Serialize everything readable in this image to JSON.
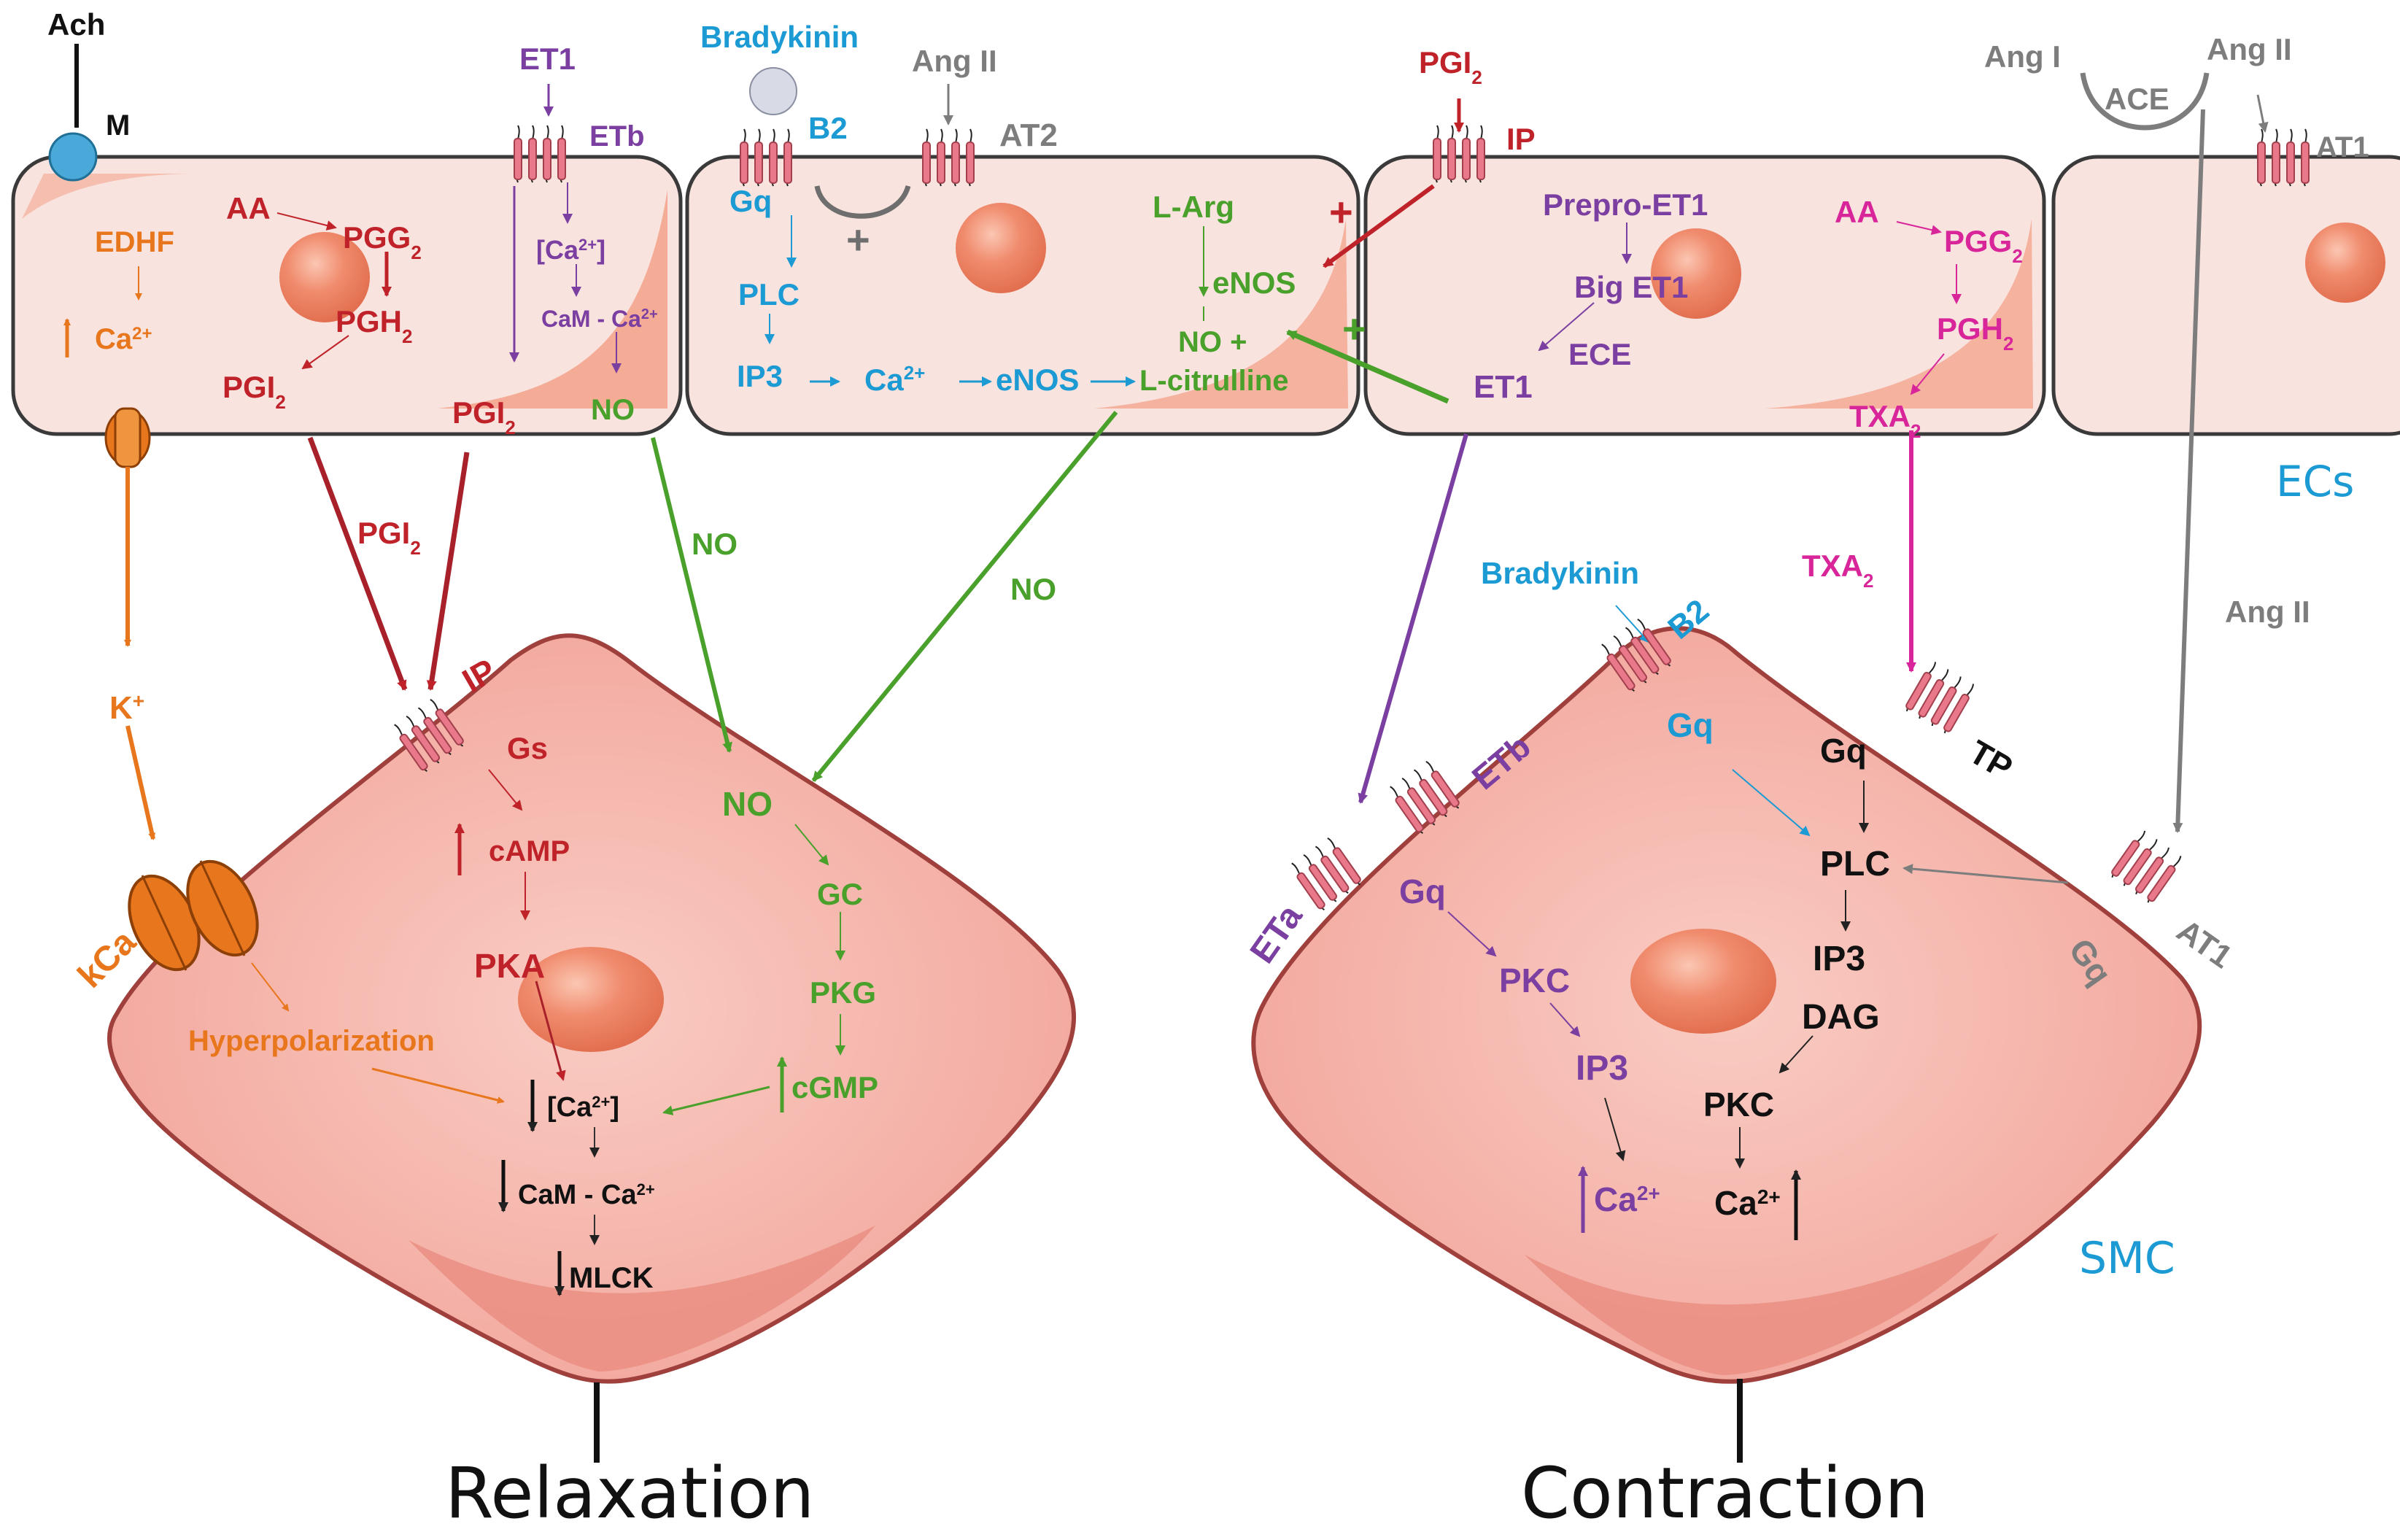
{
  "colors": {
    "orange": "#e8761c",
    "red": "#c0222a",
    "purple": "#7a3fa0",
    "green": "#49a02a",
    "blue": "#1b9ad3",
    "gray": "#7d7d7d",
    "magenta": "#d8269a",
    "black": "#111111",
    "cell_fill": "#f9e3df",
    "smc_fill": "#f3a69b",
    "nucleus": "#ee8466"
  },
  "labels": {
    "ach": "Ach",
    "m": "M",
    "edhf": "EDHF",
    "ca_up_ec1": "Ca",
    "ca_up_ec1_sup": "2+",
    "aa_1": "AA",
    "pgg2_1": "PGG",
    "pgg2_1_sub": "2",
    "pgh2_1": "PGH",
    "pgh2_1_sub": "2",
    "pgi2_a": "PGI",
    "pgi2_a_sub": "2",
    "pgi2_b": "PGI",
    "pgi2_b_sub": "2",
    "et1_top": "ET1",
    "etb_top": "ETb",
    "ca_bracket": "[Ca",
    "ca_bracket_sup": "2+",
    "ca_bracket_close": "]",
    "cam_ca_ec": "CaM - Ca",
    "cam_ca_ec_sup": "2+",
    "no_ec1": "NO",
    "bradykinin_top": "Bradykinin",
    "b2_top": "B2",
    "ang2_top": "Ang II",
    "at2": "AT2",
    "gq_ec2": "Gq",
    "plc_ec2": "PLC",
    "ip3_ec2": "IP3",
    "ca_ec2": "Ca",
    "ca_ec2_sup": "2+",
    "enos_chain": "eNOS",
    "l_citrulline": "L-citrulline",
    "l_arg": "L-Arg",
    "enos": "eNOS",
    "no_plus": "NO +",
    "plus_gray": "+",
    "plus_red": "+",
    "plus_green": "+",
    "pgi2_top": "PGI",
    "pgi2_top_sub": "2",
    "ip_top": "IP",
    "prepro_et1": "Prepro-ET1",
    "big_et1": "Big ET1",
    "ece": "ECE",
    "et1_ec3": "ET1",
    "aa_2": "AA",
    "pgg2_2": "PGG",
    "pgg2_2_sub": "2",
    "pgh2_2": "PGH",
    "pgh2_2_sub": "2",
    "txa2_ec3": "TXA",
    "txa2_ec3_sub": "2",
    "ang1": "Ang I",
    "ace": "ACE",
    "ang2_right": "Ang II",
    "at1_top": "AT1",
    "ecs": "ECs",
    "pgi2_mid": "PGI",
    "pgi2_mid_sub": "2",
    "no_mid1": "NO",
    "no_mid2": "NO",
    "k_plus": "K",
    "k_plus_sup": "+",
    "ang2_mid": "Ang II",
    "ip_smc": "IP",
    "gs": "Gs",
    "camp": "cAMP",
    "pka": "PKA",
    "no_smc": "NO",
    "gc": "GC",
    "pkg": "PKG",
    "cgmp": "cGMP",
    "kca": "kCa",
    "hyperpolarization": "Hyperpolarization",
    "ca_smc1": "[Ca",
    "ca_smc1_sup": "2+",
    "ca_smc1_close": "]",
    "cam_ca_smc": "CaM - Ca",
    "cam_ca_smc_sup": "2+",
    "mlck": "MLCK",
    "relaxation": "Relaxation",
    "bradykinin_smc": "Bradykinin",
    "b2_smc": "B2",
    "gq_b2": "Gq",
    "txa2_mid": "TXA",
    "txa2_mid_sub": "2",
    "gq_tp": "Gq",
    "tp": "TP",
    "eta": "ETa",
    "etb_smc": "ETb",
    "gq_eta": "Gq",
    "pkc_1": "PKC",
    "plc_smc": "PLC",
    "ip3_smc": "IP3",
    "dag": "DAG",
    "ip3_smc2": "IP3",
    "pkc_2": "PKC",
    "ca_smc2": "Ca",
    "ca_smc2_sup": "2+",
    "ca_smc3": "Ca",
    "ca_smc3_sup": "2+",
    "at1_smc": "AT1",
    "gq_at1": "Gq",
    "smc": "SMC",
    "contraction": "Contraction"
  }
}
